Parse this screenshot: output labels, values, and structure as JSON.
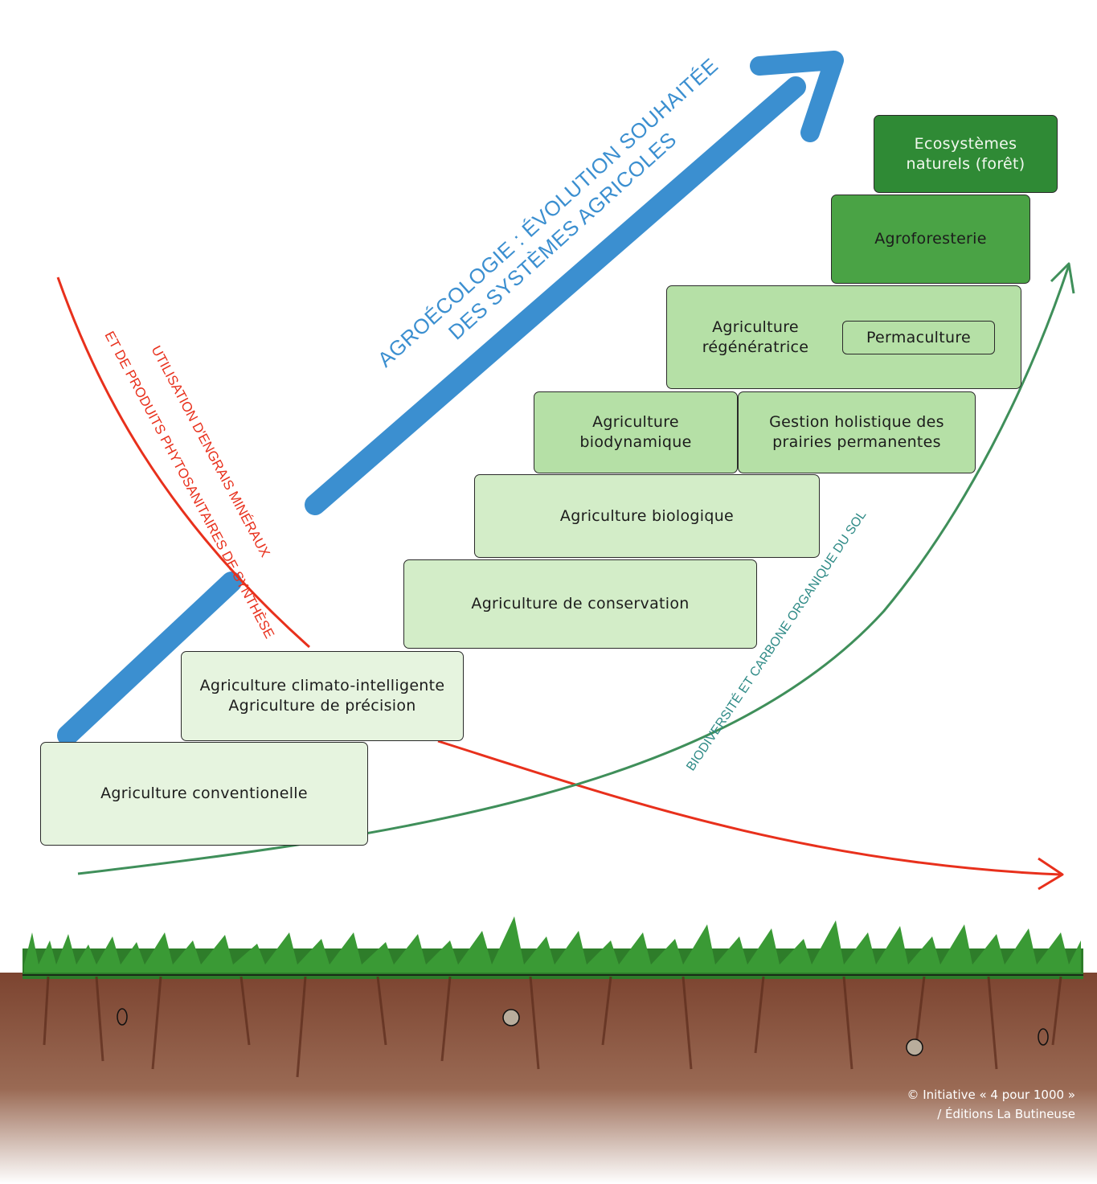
{
  "steps": {
    "conventionnelle": "Agriculture conventionelle",
    "climato": "Agriculture climato-intelligente\nAgriculture de précision",
    "conservation": "Agriculture de conservation",
    "biologique": "Agriculture biologique",
    "biodynamique": "Agriculture\nbiodynamique",
    "prairies": "Gestion holistique des\nprairies permanentes",
    "regeneratrice": "Agriculture\nrégénératrice",
    "permaculture": "Permaculture",
    "agroforesterie": "Agroforesterie",
    "ecosystemes": "Ecosystèmes\nnaturels (forêt)"
  },
  "arrows": {
    "agroecologie_line1": "AGROÉCOLOGIE : ÉVOLUTION SOUHAITÉE",
    "agroecologie_line2": "DES SYSTÈMES AGRICOLES",
    "engrais_line1": "UTILISATION D'ENGRAIS MINÉRAUX",
    "engrais_line2": "ET DE PRODUITS PHYTOSANITAIRES DE SYNTHÈSE",
    "biodiversite": "BIODIVERSITÉ ET CARBONE ORGANIQUE DU SOL"
  },
  "credit": {
    "line1": "© Initiative « 4 pour 1000 »",
    "line2": "/ Éditions La Butineuse"
  },
  "colors": {
    "blue_arrow": "#3b8fd0",
    "red_curve": "#e8301c",
    "green_curve": "#3f8f5a",
    "soil": "#8e5238",
    "grass": "#2e7d2a"
  },
  "icons": {
    "ground": "grass-and-soil-illustration"
  }
}
